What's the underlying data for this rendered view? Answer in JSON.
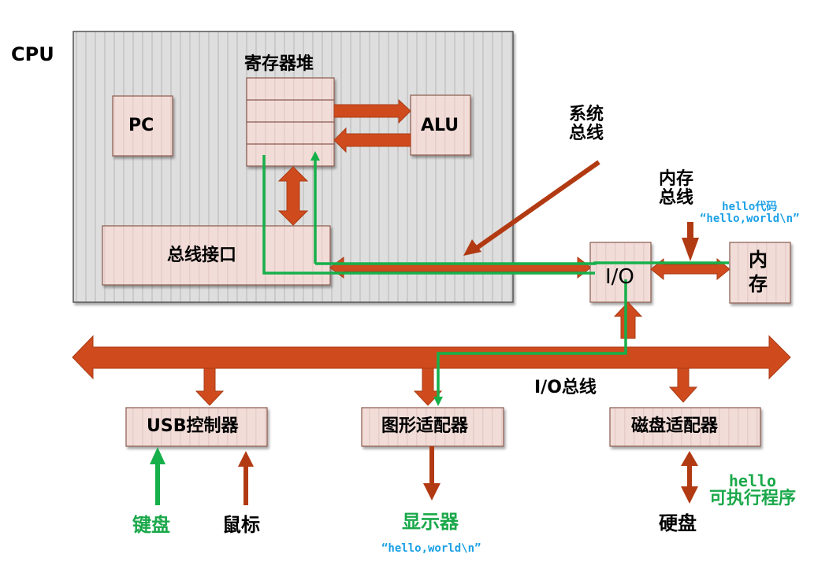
{
  "title": "Hello world data path through system hardware",
  "colors": {
    "bus_arrow": "#cf4b1e",
    "bus_arrow_stroke": "#a93b14",
    "thin_arrow": "#b23a12",
    "data_path": "#16b04a",
    "box_fill": "#f1dcd8",
    "box_stroke": "#8a5a4e",
    "cpu_fill": "#dcdcdc",
    "annotation_blue": "#1aa0e6",
    "annotation_green": "#1aa84a"
  },
  "cpu": {
    "label": "CPU",
    "register_file_label": "寄存器堆",
    "register_rows": 4,
    "pc_label": "PC",
    "alu_label": "ALU",
    "bus_interface_label": "总线接口"
  },
  "buses": {
    "system_bus_label": [
      "系统",
      "总线"
    ],
    "memory_bus_label": [
      "内存",
      "总线"
    ],
    "io_bus_label": "I/O总线"
  },
  "io_bridge": {
    "label": "I/O"
  },
  "main_memory": {
    "label": [
      "内",
      "存"
    ]
  },
  "memory_annotation": [
    "hello代码",
    "“hello,world\\n”"
  ],
  "controllers": [
    {
      "id": "usb",
      "label": "USB控制器"
    },
    {
      "id": "graphics",
      "label": "图形适配器"
    },
    {
      "id": "disk",
      "label": "磁盘适配器"
    }
  ],
  "devices": {
    "keyboard": "键盘",
    "mouse": "鼠标",
    "display": "显示器",
    "disk": "硬盘"
  },
  "display_annotation": "“hello,world\\n”",
  "disk_annotation": [
    "hello",
    "可执行程序"
  ]
}
